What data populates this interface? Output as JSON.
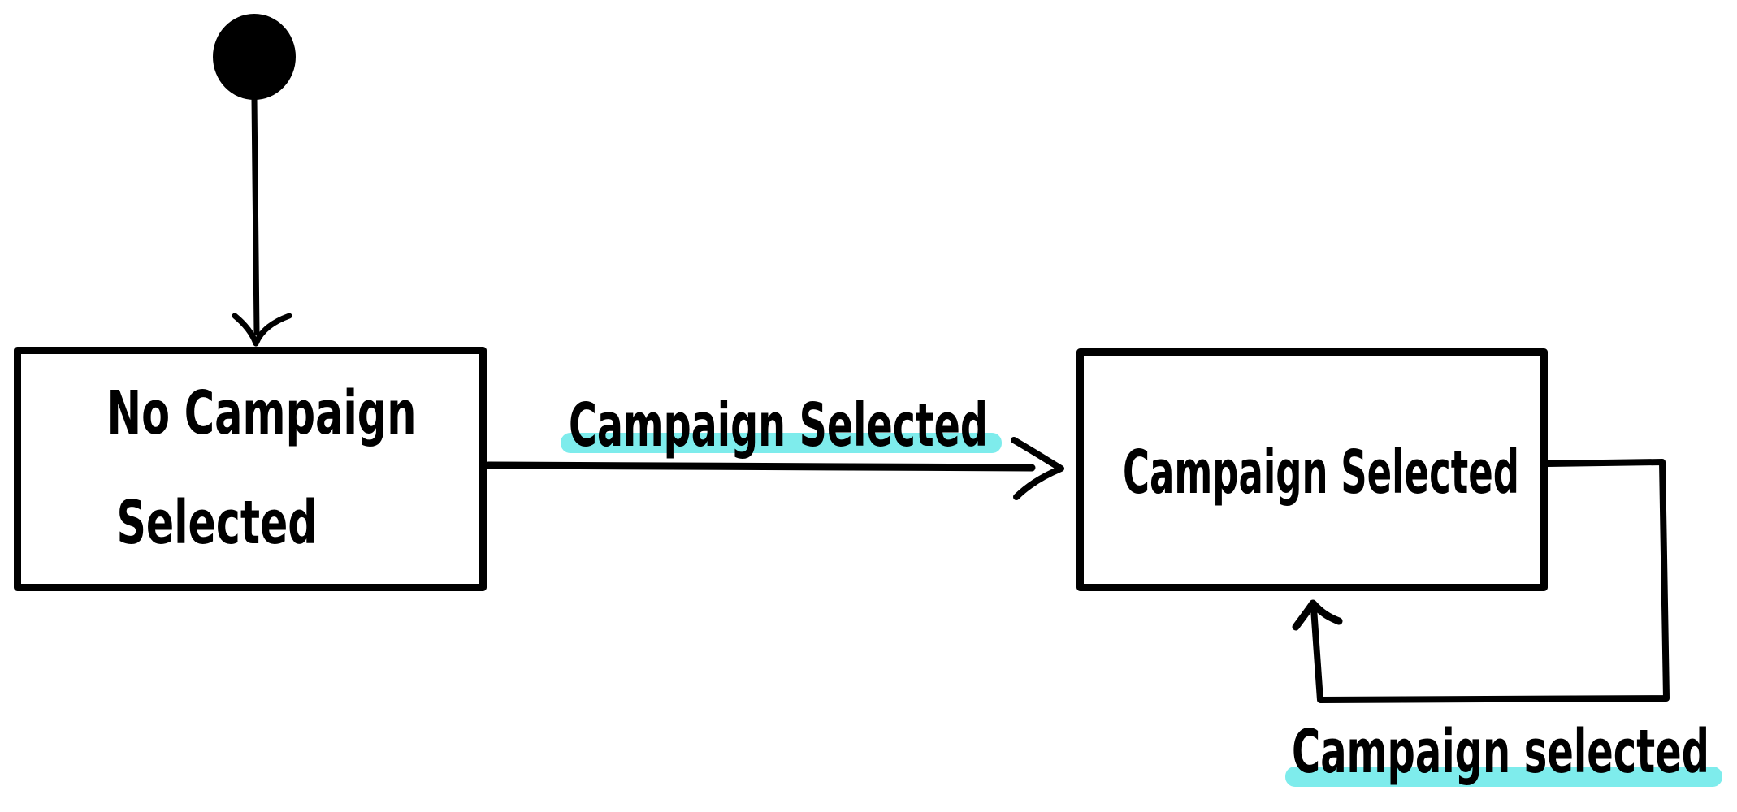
{
  "diagram": {
    "type": "uml-state-diagram",
    "style": "hand-drawn",
    "background_color": "#ffffff",
    "ink_color": "#000000",
    "highlight_color": "#7eecec",
    "initial_state": {
      "id": "initial",
      "shape": "filled-circle"
    },
    "states": [
      {
        "id": "no-campaign-selected",
        "label": "No Campaign Selected",
        "label_line1": "No Campaign",
        "label_line2": "Selected"
      },
      {
        "id": "campaign-selected",
        "label": "Campaign Selected"
      }
    ],
    "transitions": [
      {
        "from": "initial",
        "to": "no-campaign-selected",
        "label": "",
        "highlighted": false
      },
      {
        "from": "no-campaign-selected",
        "to": "campaign-selected",
        "label": "Campaign Selected",
        "highlighted": true
      },
      {
        "from": "campaign-selected",
        "to": "campaign-selected",
        "kind": "self-loop",
        "label": "Campaign selected",
        "highlighted": true
      }
    ]
  }
}
